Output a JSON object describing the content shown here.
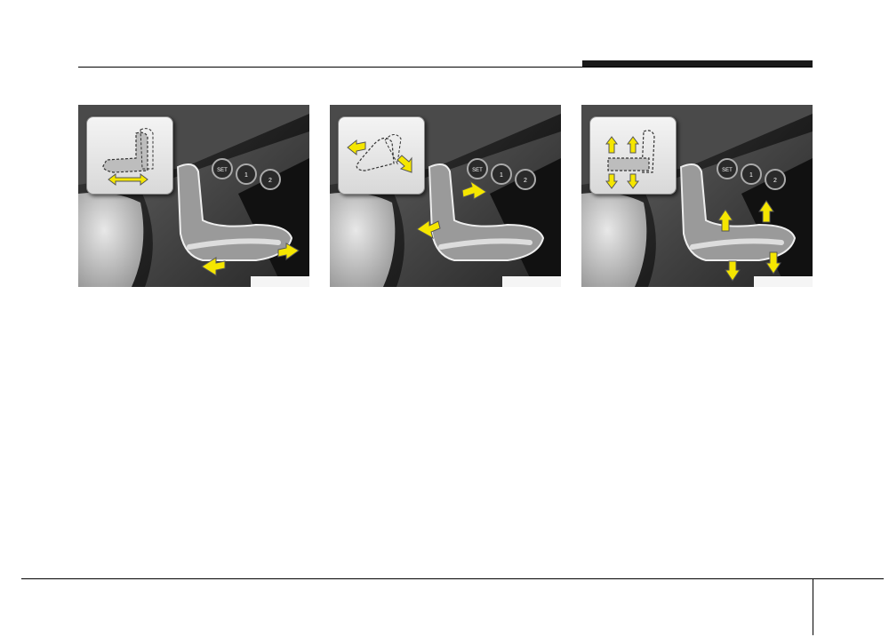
{
  "colors": {
    "arrow": "#f5e600",
    "panel_dark": "#1d1d1d",
    "rule": "#000000"
  },
  "figures": [
    {
      "id": "fore-aft",
      "icon": "seat-slide-icon",
      "buttons": {
        "set": "SET",
        "one": "1",
        "two": "2"
      }
    },
    {
      "id": "recline",
      "icon": "seat-recline-icon",
      "buttons": {
        "set": "SET",
        "one": "1",
        "two": "2"
      }
    },
    {
      "id": "height",
      "icon": "seat-height-icon",
      "buttons": {
        "set": "SET",
        "one": "1",
        "two": "2"
      }
    }
  ]
}
